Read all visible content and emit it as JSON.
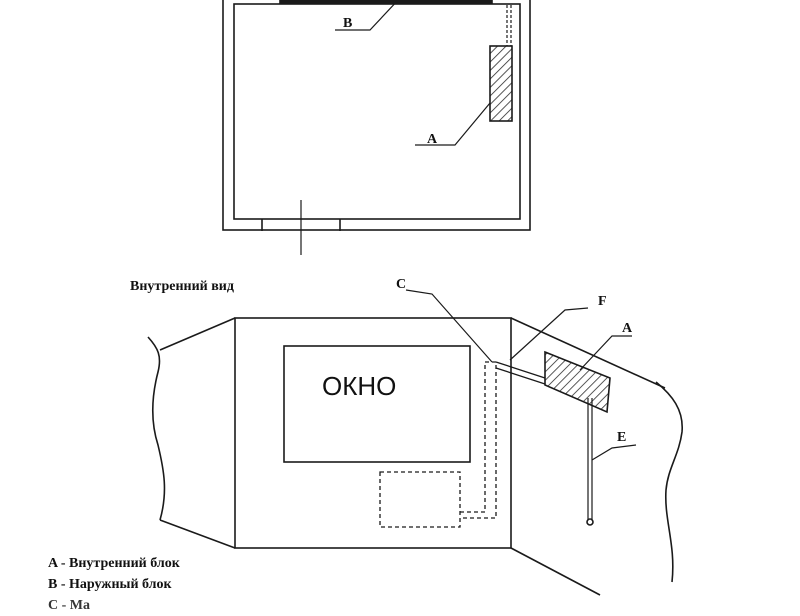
{
  "top_view": {
    "label_a": "A",
    "label_b": "B"
  },
  "inner_view": {
    "title": "Внутренний вид",
    "window_label": "ОКНО",
    "label_c": "C",
    "label_f": "F",
    "label_a": "A",
    "label_e": "E"
  },
  "legend": {
    "items": [
      "A - Внутренний блок",
      "B - Наружный блок",
      "C - Ма"
    ]
  },
  "colors": {
    "line": "#1a1a1a",
    "hatch": "#2a2a2a",
    "background": "#ffffff"
  }
}
